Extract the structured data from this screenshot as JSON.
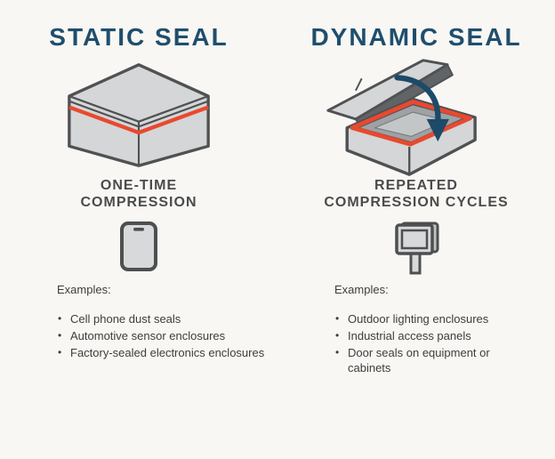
{
  "palette": {
    "background": "#f8f7f4",
    "heading_navy": "#1f4e6d",
    "subtitle_gray": "#4b4b4b",
    "body_gray": "#3d3d3d",
    "seal_red": "#e8492f",
    "box_fill": "#d4d6d7",
    "box_outline": "#4f5152",
    "arrow_navy": "#1d4a68"
  },
  "columns": [
    {
      "title": "STATIC SEAL",
      "illustration": "closed-box-with-red-seal",
      "subtitle_line1": "ONE-TIME",
      "subtitle_line2": "COMPRESSION",
      "icon": "cell-phone-icon",
      "examples_heading": "Examples:",
      "examples": [
        "Cell phone dust seals",
        "Automotive sensor enclosures",
        "Factory-sealed electronics enclosures"
      ]
    },
    {
      "title": "DYNAMIC SEAL",
      "illustration": "open-box-with-red-seal-and-closing-arrow",
      "subtitle_line1": "REPEATED",
      "subtitle_line2": "COMPRESSION CYCLES",
      "icon": "outdoor-light-panel-icon",
      "examples_heading": "Examples:",
      "examples": [
        "Outdoor lighting enclosures",
        "Industrial access panels",
        "Door seals on equipment or cabinets"
      ]
    }
  ]
}
